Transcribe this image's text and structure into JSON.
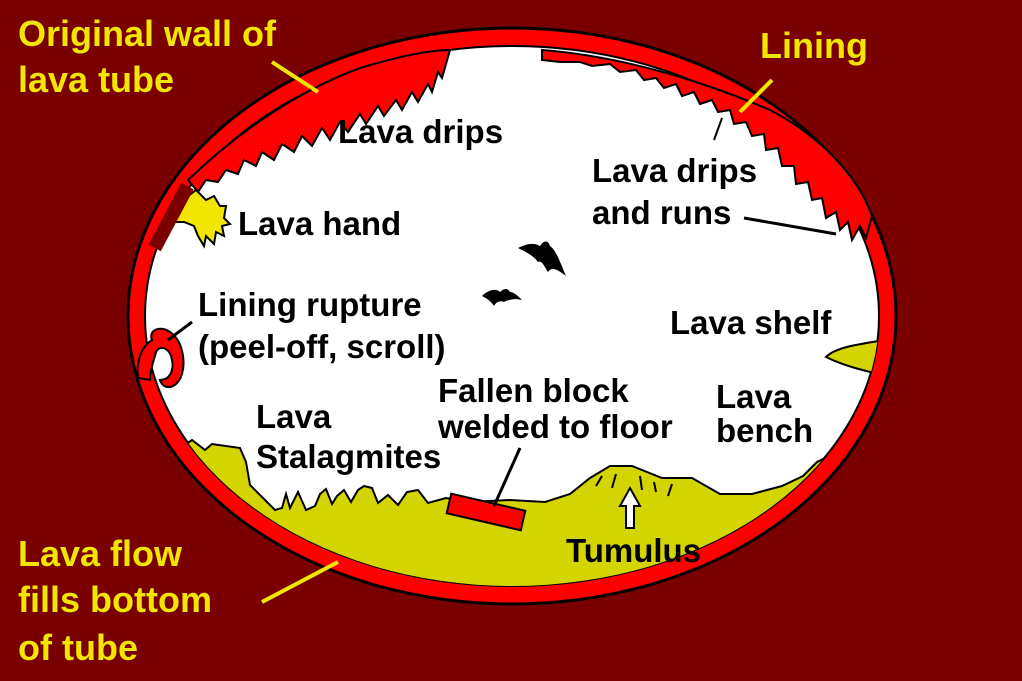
{
  "colors": {
    "background": "#7a0000",
    "wall": "#ff0000",
    "cave": "#ffffff",
    "lava_flow": "#d4d400",
    "outline": "#000000",
    "callout_yellow": "#f2e600"
  },
  "labels": {
    "original_wall": [
      "Original wall of",
      "lava tube"
    ],
    "lining": "Lining",
    "lava_flow": [
      "Lava flow",
      "fills bottom",
      "of tube"
    ],
    "lava_drips": "Lava drips",
    "lava_drips_runs": [
      "Lava drips",
      "and runs"
    ],
    "lava_hand": "Lava hand",
    "lining_rupture": [
      "Lining rupture",
      "(peel-off, scroll)"
    ],
    "lava_shelf": "Lava shelf",
    "fallen_block": [
      "Fallen block",
      "welded to floor"
    ],
    "lava_bench": [
      "Lava",
      "bench"
    ],
    "lava_stalagmites": [
      "Lava",
      "Stalagmites"
    ],
    "tumulus": "Tumulus"
  },
  "icons": [
    "bat-icon",
    "bat-icon",
    "lava-hand-icon",
    "up-arrow-icon"
  ]
}
